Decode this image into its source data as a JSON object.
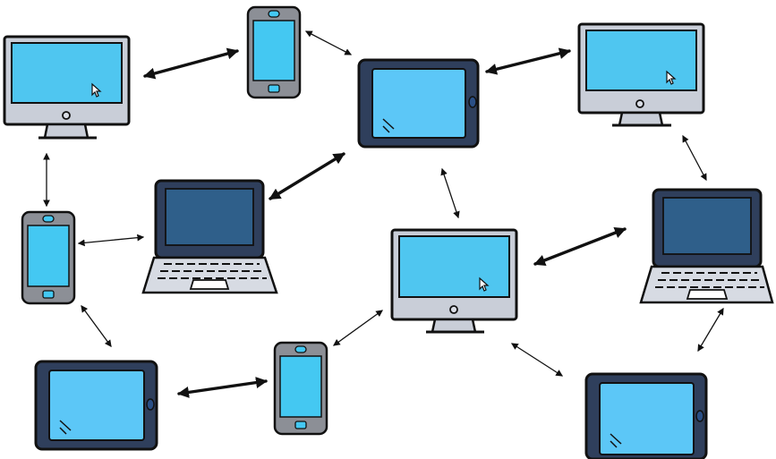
{
  "diagram": {
    "devices": [
      {
        "id": "monitor-top-left",
        "type": "monitor"
      },
      {
        "id": "phone-top",
        "type": "phone"
      },
      {
        "id": "tablet-top-center",
        "type": "tablet"
      },
      {
        "id": "monitor-top-right",
        "type": "monitor"
      },
      {
        "id": "phone-left",
        "type": "phone"
      },
      {
        "id": "laptop-left",
        "type": "laptop"
      },
      {
        "id": "monitor-center",
        "type": "monitor"
      },
      {
        "id": "laptop-right",
        "type": "laptop"
      },
      {
        "id": "tablet-bottom-left",
        "type": "tablet"
      },
      {
        "id": "phone-bottom",
        "type": "phone"
      },
      {
        "id": "tablet-bottom-right",
        "type": "tablet"
      }
    ],
    "links": [
      {
        "from": "monitor-top-left",
        "to": "phone-top",
        "weight": "bold"
      },
      {
        "from": "phone-top",
        "to": "tablet-top-center",
        "weight": "thin"
      },
      {
        "from": "tablet-top-center",
        "to": "monitor-top-right",
        "weight": "bold"
      },
      {
        "from": "monitor-top-left",
        "to": "phone-left",
        "weight": "thin"
      },
      {
        "from": "laptop-left",
        "to": "tablet-top-center",
        "weight": "bold"
      },
      {
        "from": "tablet-top-center",
        "to": "monitor-center",
        "weight": "thin"
      },
      {
        "from": "monitor-top-right",
        "to": "laptop-right",
        "weight": "thin"
      },
      {
        "from": "phone-left",
        "to": "laptop-left",
        "weight": "thin"
      },
      {
        "from": "monitor-center",
        "to": "laptop-right",
        "weight": "bold"
      },
      {
        "from": "phone-left",
        "to": "tablet-bottom-left",
        "weight": "thin"
      },
      {
        "from": "phone-bottom",
        "to": "monitor-center",
        "weight": "thin"
      },
      {
        "from": "monitor-center",
        "to": "tablet-bottom-right",
        "weight": "thin"
      },
      {
        "from": "laptop-right",
        "to": "tablet-bottom-right",
        "weight": "thin"
      },
      {
        "from": "tablet-bottom-left",
        "to": "phone-bottom",
        "weight": "bold"
      }
    ],
    "colors": {
      "screen": "#4fc6f0",
      "screen_light": "#5cc7f7",
      "laptop_screen": "#2f5f8a",
      "tablet_body": "#2f3f5c",
      "phone_body": "#8c8f96",
      "phone_screen": "#44c8f2",
      "monitor_frame": "#c9ced8",
      "laptop_keys": "#d7dbe3",
      "outline": "#111111",
      "arrow": "#111111"
    }
  }
}
